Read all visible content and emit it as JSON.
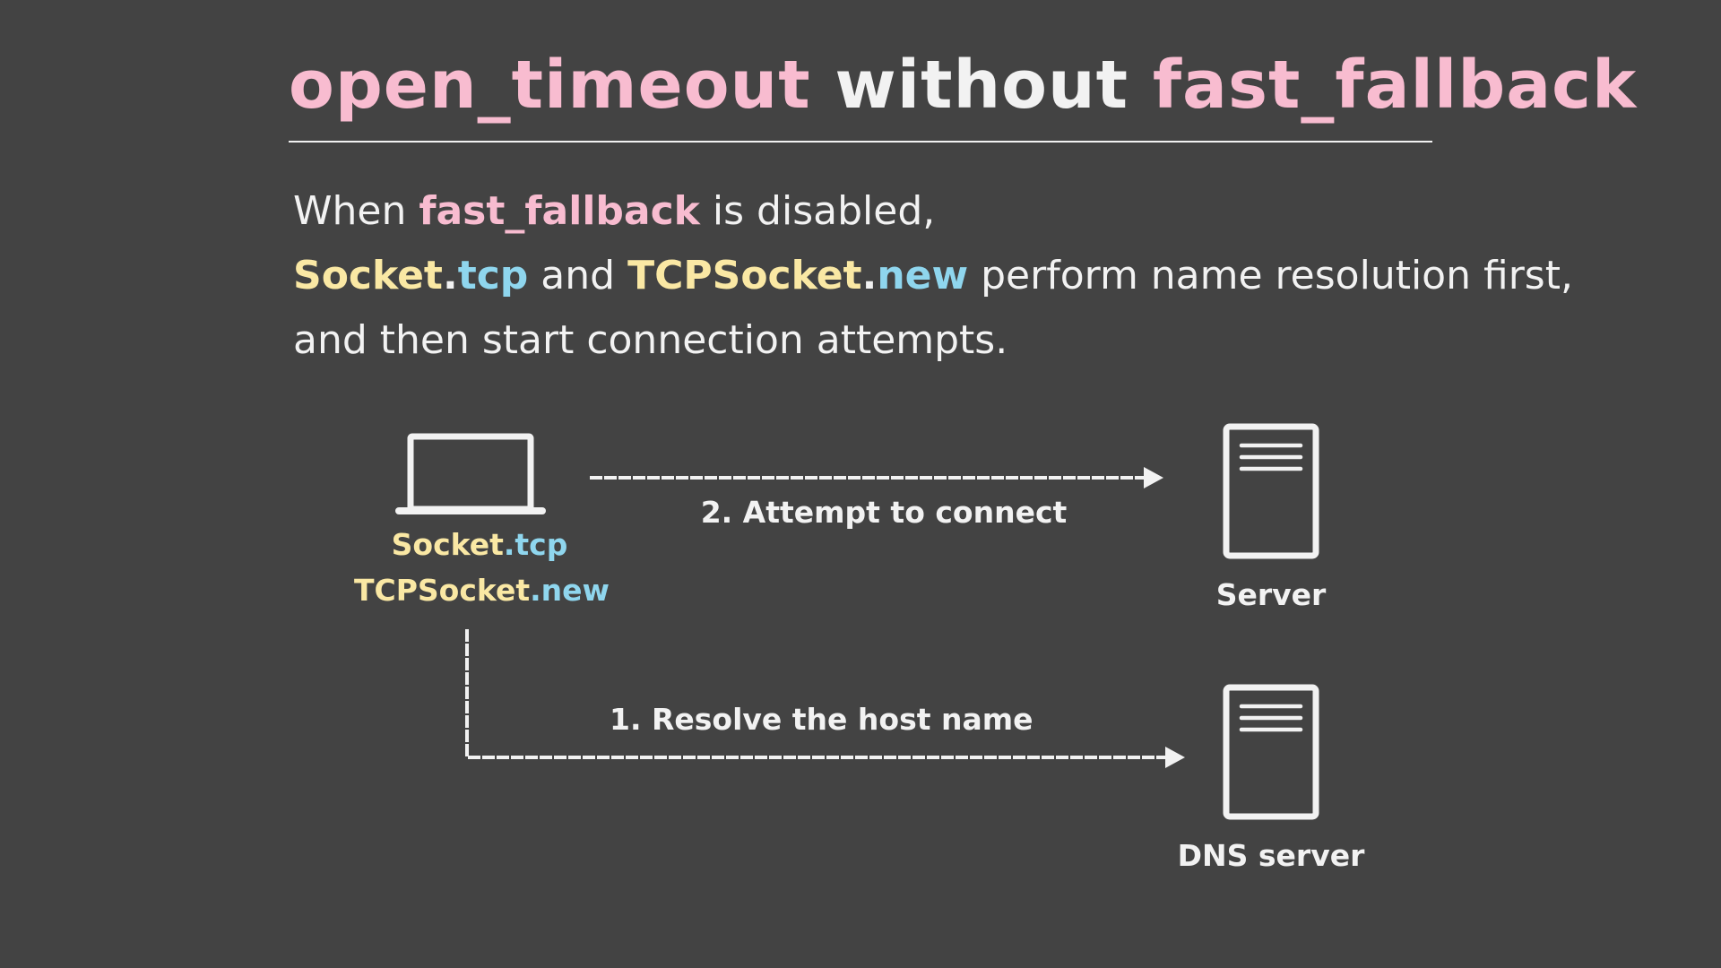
{
  "title": {
    "part1": "open_timeout",
    "part2": " without ",
    "part3": "fast_fallback"
  },
  "description": {
    "line1": {
      "a": "When ",
      "b": "fast_fallback",
      "c": " is disabled,"
    },
    "line2": {
      "a": "Socket",
      "b": ".",
      "c": "tcp",
      "d": " and ",
      "e": "TCPSocket",
      "f": ".",
      "g": "new",
      "h": " perform name resolution first,"
    },
    "line3": "and then start connection attempts."
  },
  "diagram": {
    "client": {
      "icon": "laptop-icon",
      "label1": {
        "a": "Socket",
        "b": ".tcp"
      },
      "label2": {
        "a": "TCPSocket",
        "b": ".new"
      }
    },
    "arrow_connect": "2. Attempt to connect",
    "arrow_resolve": "1. Resolve the host name",
    "server": {
      "icon": "server-icon",
      "label": "Server"
    },
    "dns": {
      "icon": "server-icon",
      "label": "DNS server"
    }
  },
  "colors": {
    "background": "#434343",
    "text": "#f2f2f2",
    "pink": "#f8bcd0",
    "yellow": "#fae8a4",
    "blue": "#8fd6ee"
  }
}
